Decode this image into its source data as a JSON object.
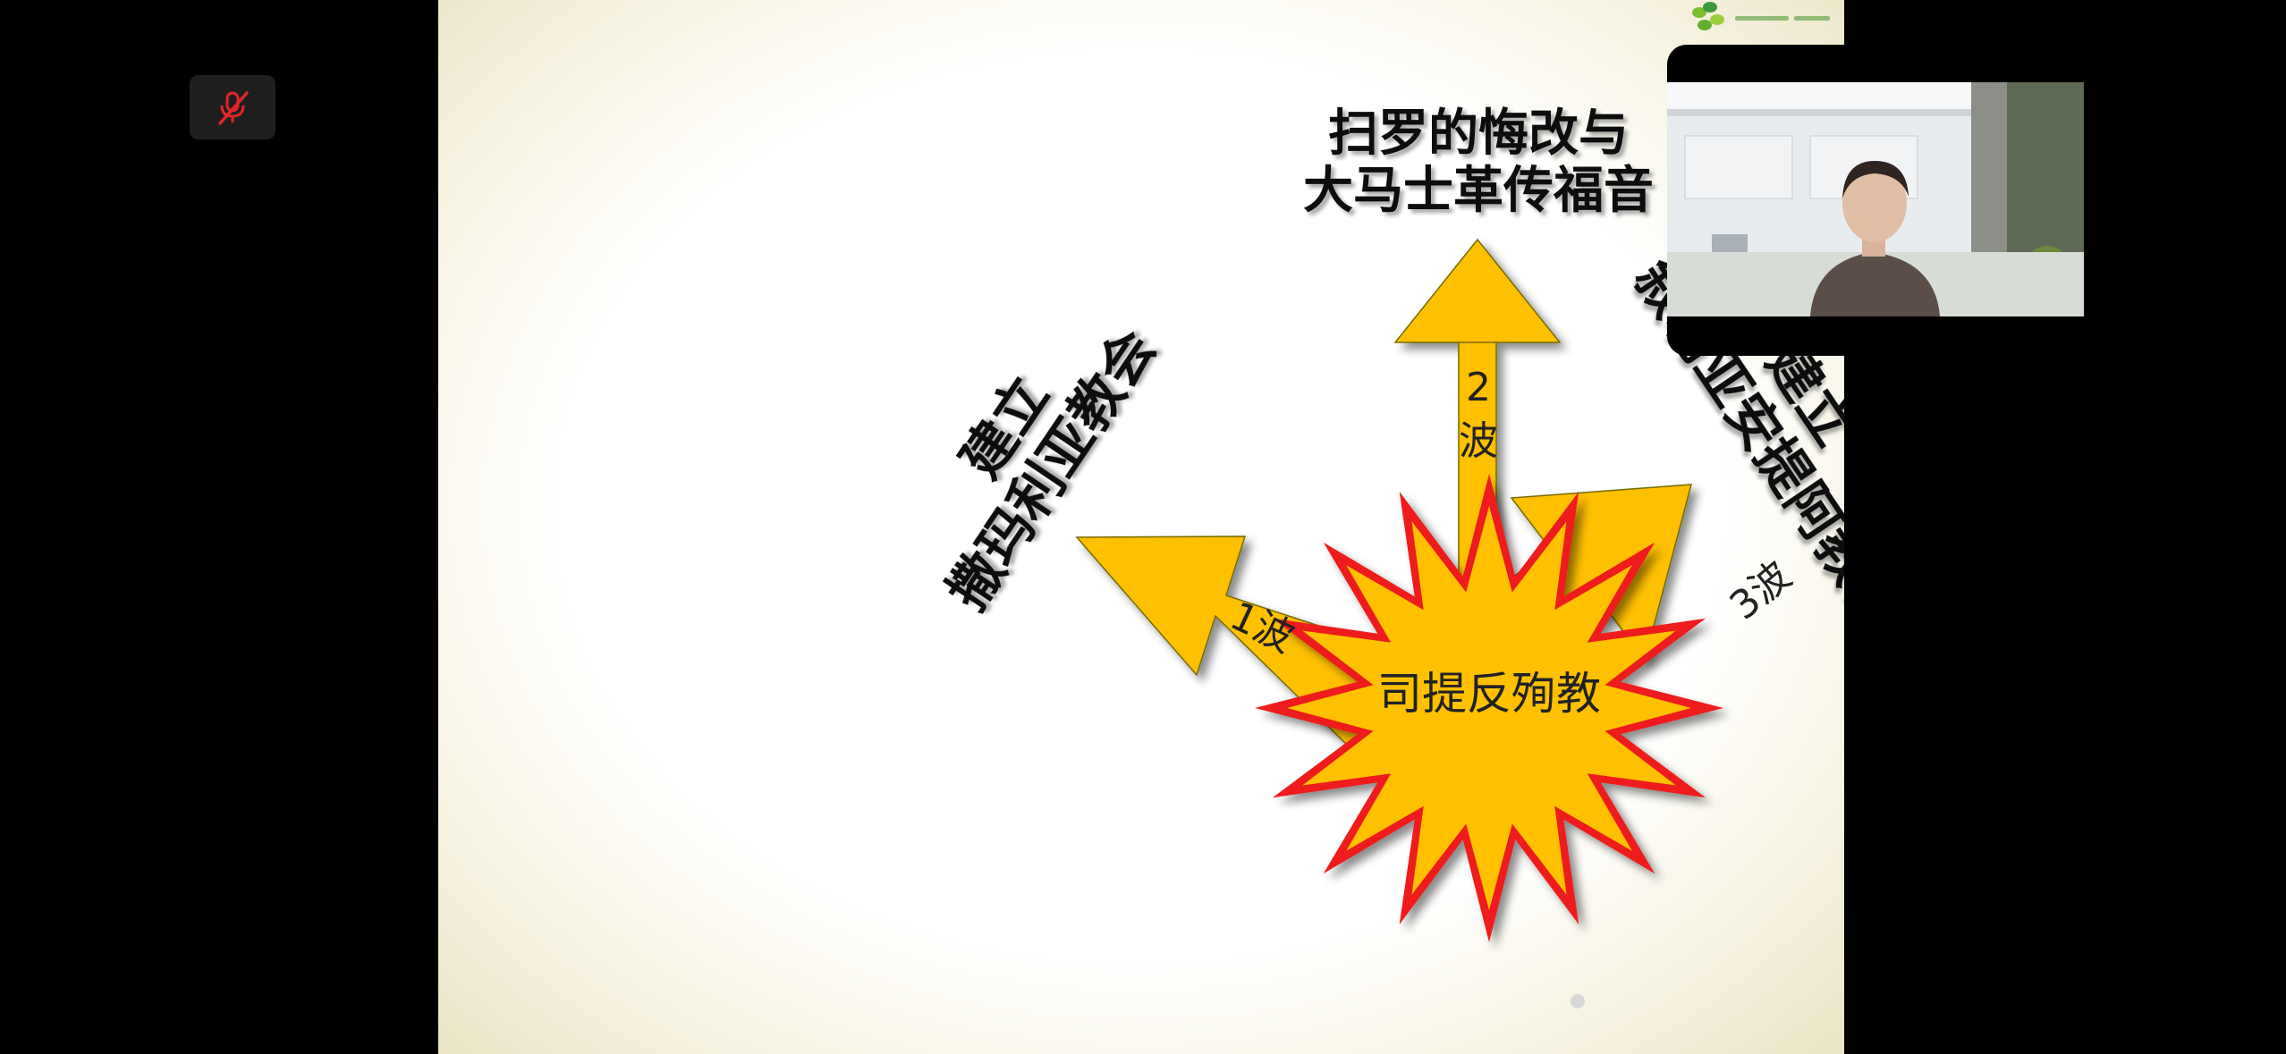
{
  "meeting": {
    "mic_muted": true,
    "mute_icon": "microphone-muted-icon"
  },
  "slide": {
    "title_lines": [
      "扫罗的悔改与",
      "大马士革传福音"
    ],
    "left_label": [
      "建立",
      "撒玛利亚教会"
    ],
    "right_label": [
      "建立",
      "叙利亚安提阿教会"
    ],
    "center_label": "司提反殉教",
    "waves": {
      "first": "1波",
      "second_num": "2",
      "second_char": "波",
      "third": "3波"
    },
    "colors": {
      "arrow_fill": "#FFC000",
      "burst_outer": "#EE1C1C",
      "burst_inner": "#FFC000"
    }
  },
  "video": {
    "participant_icon": "camera-video-feed"
  }
}
